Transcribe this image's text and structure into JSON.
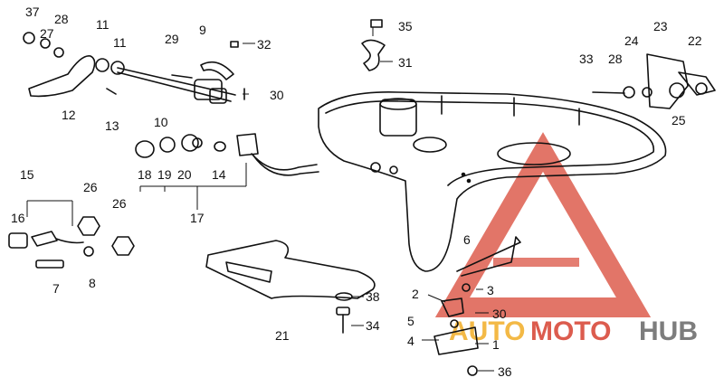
{
  "diagram": {
    "callouts": [
      {
        "id": "c37",
        "label": "37"
      },
      {
        "id": "c27",
        "label": "27"
      },
      {
        "id": "c28a",
        "label": "28"
      },
      {
        "id": "c11a",
        "label": "11"
      },
      {
        "id": "c11b",
        "label": "11"
      },
      {
        "id": "c9",
        "label": "9"
      },
      {
        "id": "c29",
        "label": "29"
      },
      {
        "id": "c32",
        "label": "32"
      },
      {
        "id": "c35",
        "label": "35"
      },
      {
        "id": "c31",
        "label": "31"
      },
      {
        "id": "c23",
        "label": "23"
      },
      {
        "id": "c22",
        "label": "22"
      },
      {
        "id": "c33",
        "label": "33"
      },
      {
        "id": "c28b",
        "label": "28"
      },
      {
        "id": "c24",
        "label": "24"
      },
      {
        "id": "c25",
        "label": "25"
      },
      {
        "id": "c12",
        "label": "12"
      },
      {
        "id": "c13",
        "label": "13"
      },
      {
        "id": "c10",
        "label": "10"
      },
      {
        "id": "c30a",
        "label": "30"
      },
      {
        "id": "c18",
        "label": "18"
      },
      {
        "id": "c19",
        "label": "19"
      },
      {
        "id": "c20",
        "label": "20"
      },
      {
        "id": "c14",
        "label": "14"
      },
      {
        "id": "c17",
        "label": "17"
      },
      {
        "id": "c15",
        "label": "15"
      },
      {
        "id": "c16",
        "label": "16"
      },
      {
        "id": "c26a",
        "label": "26"
      },
      {
        "id": "c26b",
        "label": "26"
      },
      {
        "id": "c7",
        "label": "7"
      },
      {
        "id": "c8",
        "label": "8"
      },
      {
        "id": "c6",
        "label": "6"
      },
      {
        "id": "c3",
        "label": "3"
      },
      {
        "id": "c2",
        "label": "2"
      },
      {
        "id": "c30b",
        "label": "30"
      },
      {
        "id": "c5",
        "label": "5"
      },
      {
        "id": "c4",
        "label": "4"
      },
      {
        "id": "c1",
        "label": "1"
      },
      {
        "id": "c36",
        "label": "36"
      },
      {
        "id": "c38",
        "label": "38"
      },
      {
        "id": "c34",
        "label": "34"
      },
      {
        "id": "c21",
        "label": "21"
      }
    ]
  },
  "watermark": {
    "text_1": "AUTO",
    "text_2": "MOTO",
    "text_3": "HUB",
    "color_red": "#d94b3b",
    "color_gold": "#f2b233",
    "color_gray": "#6f6f6f"
  }
}
